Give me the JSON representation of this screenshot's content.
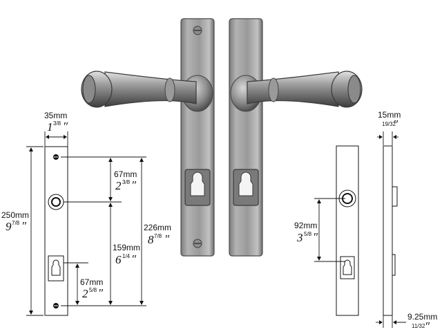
{
  "front_view": {
    "width": {
      "mm": "35mm",
      "inch_whole": "1",
      "inch_frac": "3/8",
      "inch_mark": "″"
    },
    "total_height": {
      "mm": "250mm",
      "inch_whole": "9",
      "inch_frac": "7/8",
      "inch_mark": "″"
    },
    "fixing_centres": {
      "mm": "226mm",
      "inch_whole": "8",
      "inch_frac": "7/8",
      "inch_mark": "″"
    },
    "top_to_spindle": {
      "mm": "67mm",
      "inch_whole": "2",
      "inch_frac": "3/8",
      "inch_mark": "″"
    },
    "spindle_to_bottom": {
      "mm": "159mm",
      "inch_whole": "6",
      "inch_frac": "1/4",
      "inch_mark": "″"
    },
    "cylinder_to_bottom": {
      "mm": "67mm",
      "inch_whole": "2",
      "inch_frac": "5/8",
      "inch_mark": "″"
    }
  },
  "side_view": {
    "projection": {
      "mm": "15mm",
      "inch": "19/32",
      "inch_mark": "″"
    },
    "centres": {
      "mm": "92mm",
      "inch_whole": "3",
      "inch_frac": "5/8",
      "inch_mark": "″"
    },
    "plate_thickness": {
      "mm": "9.25mm",
      "inch": "11/32",
      "inch_mark": "″"
    }
  },
  "colors": {
    "pewter_light": "#c9c9c9",
    "pewter_dark": "#5c5c5c",
    "line": "#111111"
  }
}
